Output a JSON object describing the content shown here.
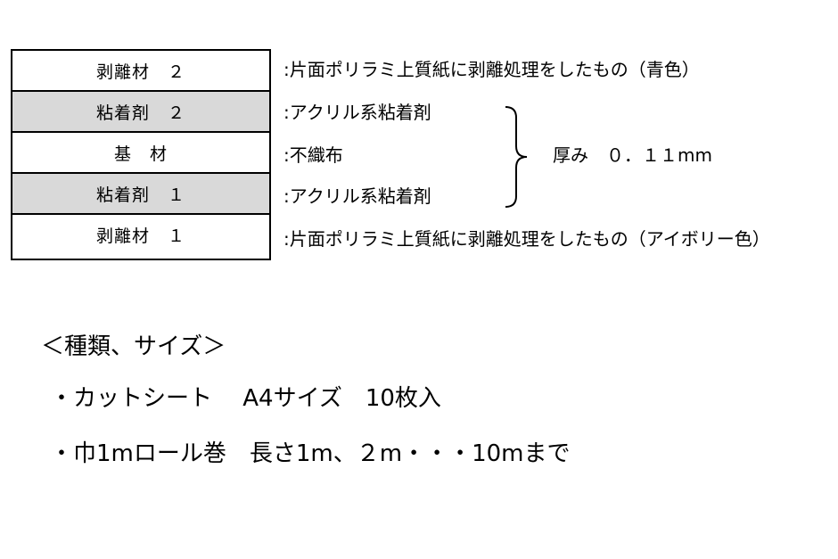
{
  "layers": [
    {
      "name": "剥離材　２",
      "description": ":片面ポリラミ上質紙に剥離処理をしたもの（青色）",
      "fill": "#ffffff"
    },
    {
      "name": "粘着剤　２",
      "description": ":アクリル系粘着剤",
      "fill": "#d9d9d9"
    },
    {
      "name": "基　材",
      "description": ":不織布",
      "fill": "#ffffff"
    },
    {
      "name": "粘着剤　１",
      "description": ":アクリル系粘着剤",
      "fill": "#d9d9d9"
    },
    {
      "name": "剥離材　１",
      "description": ":片面ポリラミ上質紙に剥離処理をしたもの（アイボリー色）",
      "fill": "#ffffff"
    }
  ],
  "thickness": "厚み　０．１１mm",
  "types": {
    "heading": "＜種類、サイズ＞",
    "items": [
      "・カットシート　 A4サイズ　10枚入",
      "・巾1mロール巻　長さ1m、２m・・・10mまで"
    ]
  }
}
